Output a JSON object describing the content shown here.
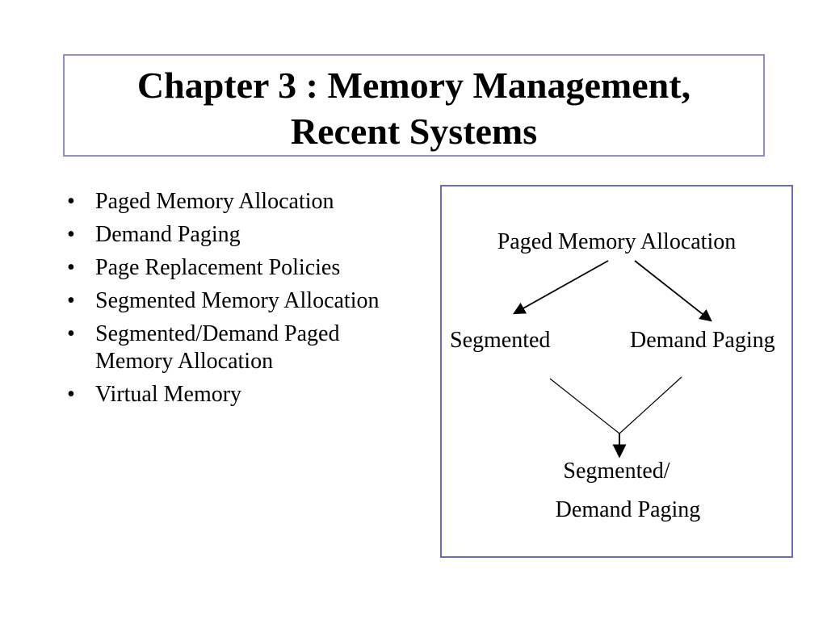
{
  "slide": {
    "title": {
      "line1": "Chapter 3 : Memory Management,",
      "line2": "Recent Systems"
    },
    "bullets": [
      "Paged Memory Allocation",
      "Demand Paging",
      "Page Replacement Policies",
      "Segmented Memory Allocation",
      "Segmented/Demand Paged Memory Allocation",
      "Virtual Memory"
    ],
    "diagram": {
      "top_node": "Paged Memory Allocation",
      "left_node": "Segmented",
      "right_node": "Demand Paging",
      "bottom_node_line1": "Segmented/",
      "bottom_node_line2": "Demand Paging"
    }
  },
  "colors": {
    "title_border": "#8f8fcb",
    "diagram_border": "#6b6bbe",
    "text": "#000000",
    "background": "#ffffff"
  }
}
